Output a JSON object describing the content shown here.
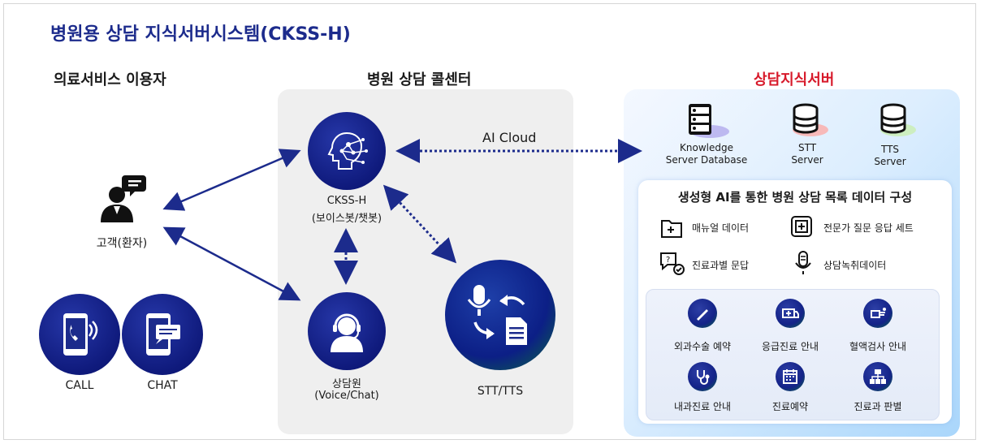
{
  "title": "병원용 상담 지식서버시스템(CKSS-H)",
  "sections": {
    "users": "의료서비스 이용자",
    "center": "병원 상담 콜센터",
    "server": "상담지식서버"
  },
  "customer_label": "고객(환자)",
  "channels": {
    "call": "CALL",
    "chat": "CHAT"
  },
  "ckss": {
    "line1": "CKSS-H",
    "line2": "(보이스봇/챗봇)"
  },
  "agent": {
    "line1": "상담원",
    "line2": "(Voice/Chat)"
  },
  "stt_tts_label": "STT/TTS",
  "ai_cloud": "AI Cloud",
  "servers": [
    {
      "line1": "Knowledge",
      "line2": "Server Database"
    },
    {
      "line1": "STT",
      "line2": "Server"
    },
    {
      "line1": "TTS",
      "line2": "Server"
    }
  ],
  "data_card_title": "생성형 AI를 통한 병원 상담 목록 데이터 구성",
  "data_items": [
    "매뉴얼 데이터",
    "전문가 질문 응답 세트",
    "진료과별 문답",
    "상담녹취데이터"
  ],
  "services": [
    "외과수술 예약",
    "응급진료 안내",
    "혈액검사 안내",
    "내과진료 안내",
    "진료예약",
    "진료과 판별"
  ],
  "colors": {
    "navy": "#1c2b8c",
    "red": "#d7192a",
    "arrow": "#1c2b8c"
  }
}
